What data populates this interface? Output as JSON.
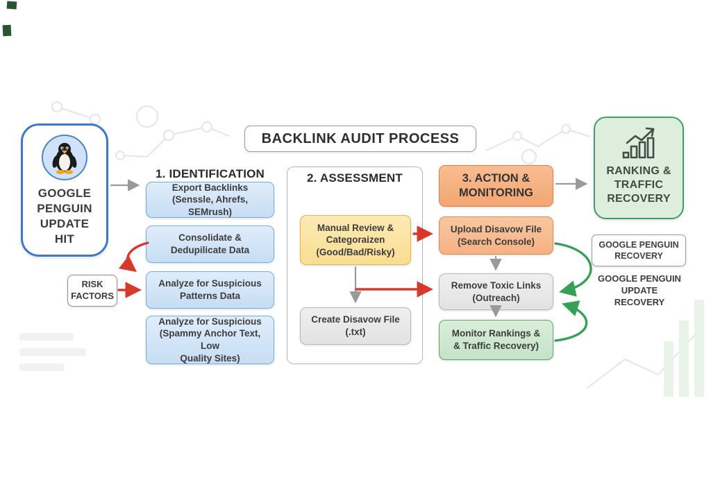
{
  "title": "BACKLINK AUDIT PROCESS",
  "trigger": {
    "icon": "penguin-icon",
    "label": "GOOGLE\nPENGUIN\nUPDATE\nHIT"
  },
  "risk": {
    "label": "RISK\nFACTORS"
  },
  "columns": [
    {
      "header": "1. IDENTIFICATION",
      "steps": [
        {
          "text": "Export Backlinks\n(Senssle, Ahrefs, SEMrush)"
        },
        {
          "text": "Consolidate &\nDedupilicate Data"
        },
        {
          "text": "Analyze for Suspicious\nPatterns Data"
        },
        {
          "text": "Analyze for Suspicious\n(Spammy Anchor Text, Low\nQuality Sites)"
        }
      ]
    },
    {
      "header": "2. ASSESSMENT",
      "steps": [
        {
          "text": "Manual Review &\nCategoraizen\n(Good/Bad/Risky)"
        },
        {
          "text": "Create Disavow File\n(.txt)"
        }
      ]
    },
    {
      "header": "3. ACTION &\nMONITORING",
      "steps": [
        {
          "text": "Upload Disavow File\n(Search Console)"
        },
        {
          "text": "Remove Toxic Links\n(Outreach)"
        },
        {
          "text": "Monitor Rankings &\n& Traffic Recovery)"
        }
      ]
    }
  ],
  "outcome": {
    "icon": "growth-chart-icon",
    "label": "RANKING &\nTRAFFIC\nRECOVERY"
  },
  "recovery_badge": "GOOGLE PENGUIN\nRECOVERY",
  "recovery_caption": "GOOGLE PENGUIN UPDATE\nRECOVERY",
  "colors": {
    "node_blue": "#c6ddf4",
    "node_yellow": "#f9dd93",
    "node_orange": "#f5b183",
    "node_gray": "#e2e2e2",
    "node_green": "#c3e3c6",
    "arrow_red": "#d8392b",
    "arrow_gray": "#9a9a9a",
    "arrow_green": "#35a156",
    "border_blue": "#3c78c8",
    "border_green": "#3f9e63"
  }
}
